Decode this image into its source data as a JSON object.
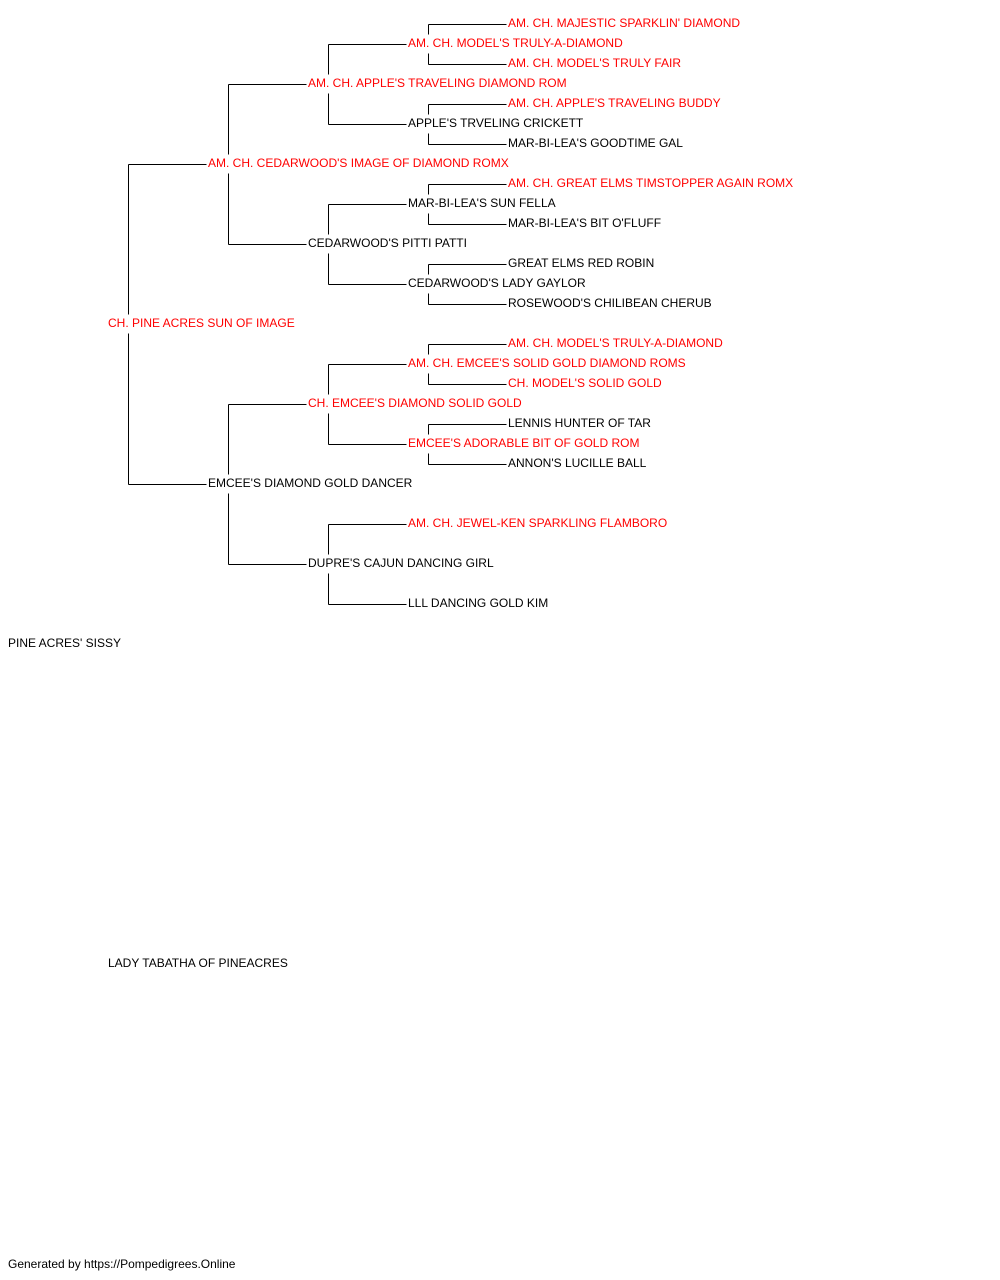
{
  "colors": {
    "champion": "#ff0000",
    "normal": "#000000",
    "line": "#000000"
  },
  "pedigree": {
    "subject": {
      "name": "PINE ACRES' SISSY",
      "champion": false
    },
    "sire": {
      "name": "CH. PINE ACRES SUN OF IMAGE",
      "champion": true,
      "sire": {
        "name": "AM. CH. CEDARWOOD'S IMAGE OF DIAMOND ROMX",
        "champion": true,
        "sire": {
          "name": "AM. CH. APPLE'S TRAVELING DIAMOND ROM",
          "champion": true,
          "sire": {
            "name": "AM. CH. MODEL'S TRULY-A-DIAMOND",
            "champion": true,
            "sire": {
              "name": "AM. CH. MAJESTIC SPARKLIN' DIAMOND",
              "champion": true
            },
            "dam": {
              "name": "AM. CH. MODEL'S TRULY FAIR",
              "champion": true
            }
          },
          "dam": {
            "name": "APPLE'S TRVELING CRICKETT",
            "champion": false,
            "sire": {
              "name": "AM. CH. APPLE'S TRAVELING BUDDY",
              "champion": true
            },
            "dam": {
              "name": "MAR-BI-LEA'S GOODTIME GAL",
              "champion": false
            }
          }
        },
        "dam": {
          "name": "CEDARWOOD'S PITTI PATTI",
          "champion": false,
          "sire": {
            "name": "MAR-BI-LEA'S SUN FELLA",
            "champion": false,
            "sire": {
              "name": "AM. CH. GREAT ELMS TIMSTOPPER AGAIN ROMX",
              "champion": true
            },
            "dam": {
              "name": "MAR-BI-LEA'S BIT O'FLUFF",
              "champion": false
            }
          },
          "dam": {
            "name": "CEDARWOOD'S LADY GAYLOR",
            "champion": false,
            "sire": {
              "name": "GREAT ELMS RED ROBIN",
              "champion": false
            },
            "dam": {
              "name": "ROSEWOOD'S CHILIBEAN CHERUB",
              "champion": false
            }
          }
        }
      },
      "dam": {
        "name": "EMCEE'S DIAMOND GOLD DANCER",
        "champion": false,
        "sire": {
          "name": "CH. EMCEE'S DIAMOND SOLID GOLD",
          "champion": true,
          "sire": {
            "name": "AM. CH. EMCEE'S SOLID GOLD DIAMOND ROMS",
            "champion": true,
            "sire": {
              "name": "AM. CH. MODEL'S TRULY-A-DIAMOND",
              "champion": true
            },
            "dam": {
              "name": "CH. MODEL'S SOLID GOLD",
              "champion": true
            }
          },
          "dam": {
            "name": "EMCEE'S ADORABLE BIT OF GOLD ROM",
            "champion": true,
            "sire": {
              "name": "LENNIS HUNTER OF TAR",
              "champion": false
            },
            "dam": {
              "name": "ANNON'S LUCILLE BALL",
              "champion": false
            }
          }
        },
        "dam": {
          "name": "DUPRE'S CAJUN DANCING GIRL",
          "champion": false,
          "sire": {
            "name": "AM. CH. JEWEL-KEN SPARKLING FLAMBORO",
            "champion": true
          },
          "dam": {
            "name": "LLL DANCING GOLD KIM",
            "champion": false
          }
        }
      }
    },
    "dam": {
      "name": "LADY TABATHA OF PINEACRES",
      "champion": false
    }
  },
  "footer": "Generated by https://Pompedigrees.Online"
}
